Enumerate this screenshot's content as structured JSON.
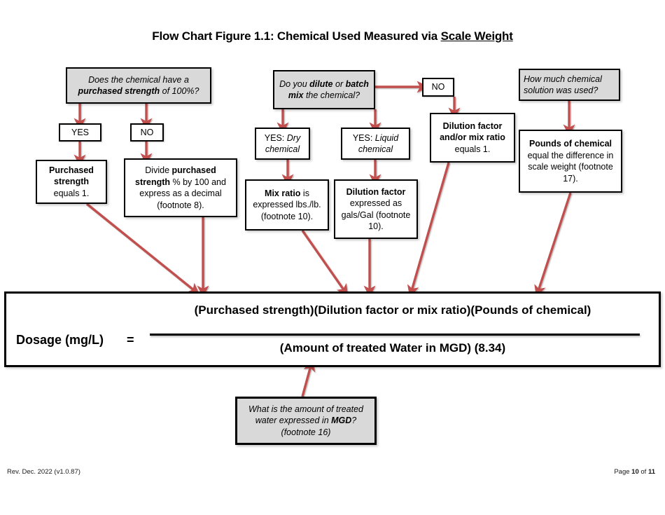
{
  "document": {
    "title_prefix": "Flow Chart Figure 1.1: Chemical Used Measured via ",
    "title_underlined": "Scale Weight"
  },
  "colors": {
    "arrow_red": "#C0504D",
    "box_gray_fill": "#D9D9D9",
    "box_border": "#000000",
    "page_background": "#FFFFFF"
  },
  "branch_purchased_strength": {
    "question": {
      "line1_italic": "Does the chemical have a",
      "line2_bold_italic": "purchased strength",
      "line2_italic_tail": " of 100%?"
    },
    "yes_label": "YES",
    "no_label": "NO",
    "yes_result": {
      "bold": "Purchased strength",
      "tail": " equals 1."
    },
    "no_result": {
      "lead": "Divide ",
      "bold": "purchased strength",
      "tail": " % by 100 and express as a decimal (footnote 8)."
    }
  },
  "branch_dilution": {
    "question": {
      "lead": "Do you ",
      "bold1": "dilute",
      "mid": " or ",
      "bold2": "batch mix",
      "tail": " the chemical?"
    },
    "no_label": "NO",
    "no_result": {
      "bold": "Dilution factor and/or mix ratio",
      "tail": " equals 1."
    },
    "yes_dry_label_lead": "YES: ",
    "yes_dry_label_italic": "Dry chemical",
    "yes_liquid_label_lead": "YES: ",
    "yes_liquid_label_italic": "Liquid chemical",
    "dry_result": {
      "bold": "Mix ratio",
      "tail": " is expressed lbs./lb. (footnote 10)."
    },
    "liquid_result": {
      "bold": "Dilution factor",
      "tail": " expressed as gals/Gal (footnote 10)."
    }
  },
  "branch_pounds": {
    "question_italic": "How much chemical solution was used?",
    "result": {
      "bold": "Pounds of chemical",
      "tail": " equal the difference in scale weight (footnote 17)."
    }
  },
  "formula": {
    "lhs": "Dosage (mg/L)",
    "equals": "=",
    "numerator": "(Purchased strength)(Dilution factor or mix ratio)(Pounds of chemical)",
    "denominator": "(Amount of treated Water in MGD) (8.34)"
  },
  "footnote_box": {
    "line1": "What is the amount of treated",
    "line2_lead": "water expressed in ",
    "line2_bold": "MGD",
    "line2_tail": "?",
    "line3": "(footnote 16)"
  },
  "footer": {
    "left": "Rev. Dec. 2022 (v1.0.87)",
    "right_lead": "Page ",
    "right_page": "10",
    "right_mid": " of ",
    "right_total": "11"
  }
}
